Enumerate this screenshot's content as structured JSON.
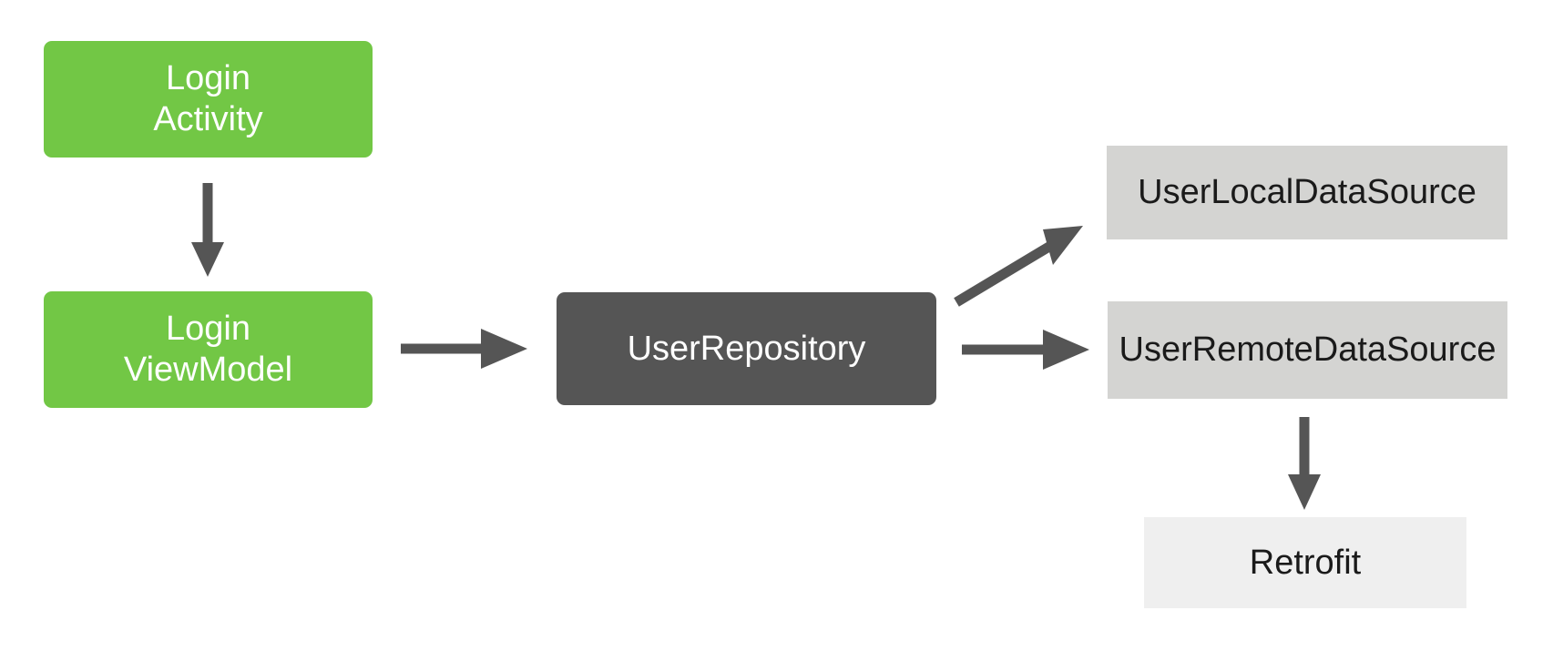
{
  "diagram": {
    "title": "Android app architecture data flow",
    "type": "flow-diagram",
    "background_color": "#ffffff",
    "palette": {
      "green": "#72c745",
      "dark": "#555555",
      "gray": "#d4d4d2",
      "gray_light": "#efefef",
      "text_on_dark": "#ffffff",
      "text_on_light": "#1a1a1a",
      "arrow": "#555555"
    },
    "nodes": [
      {
        "id": "login-activity",
        "label": "Login\nActivity",
        "style": "green"
      },
      {
        "id": "login-viewmodel",
        "label": "Login\nViewModel",
        "style": "green"
      },
      {
        "id": "user-repository",
        "label": "UserRepository",
        "style": "dark"
      },
      {
        "id": "user-local-ds",
        "label": "UserLocalDataSource",
        "style": "gray"
      },
      {
        "id": "user-remote-ds",
        "label": "UserRemoteDataSource",
        "style": "gray"
      },
      {
        "id": "retrofit",
        "label": "Retrofit",
        "style": "gray-light"
      }
    ],
    "edges": [
      {
        "id": "edge-activity-to-viewmodel",
        "from": "login-activity",
        "to": "login-viewmodel",
        "direction": "down"
      },
      {
        "id": "edge-viewmodel-to-repository",
        "from": "login-viewmodel",
        "to": "user-repository",
        "direction": "right"
      },
      {
        "id": "edge-repository-to-local-ds",
        "from": "user-repository",
        "to": "user-local-ds",
        "direction": "up-right"
      },
      {
        "id": "edge-repository-to-remote-ds",
        "from": "user-repository",
        "to": "user-remote-ds",
        "direction": "right"
      },
      {
        "id": "edge-remote-ds-to-retrofit",
        "from": "user-remote-ds",
        "to": "retrofit",
        "direction": "down"
      }
    ]
  }
}
